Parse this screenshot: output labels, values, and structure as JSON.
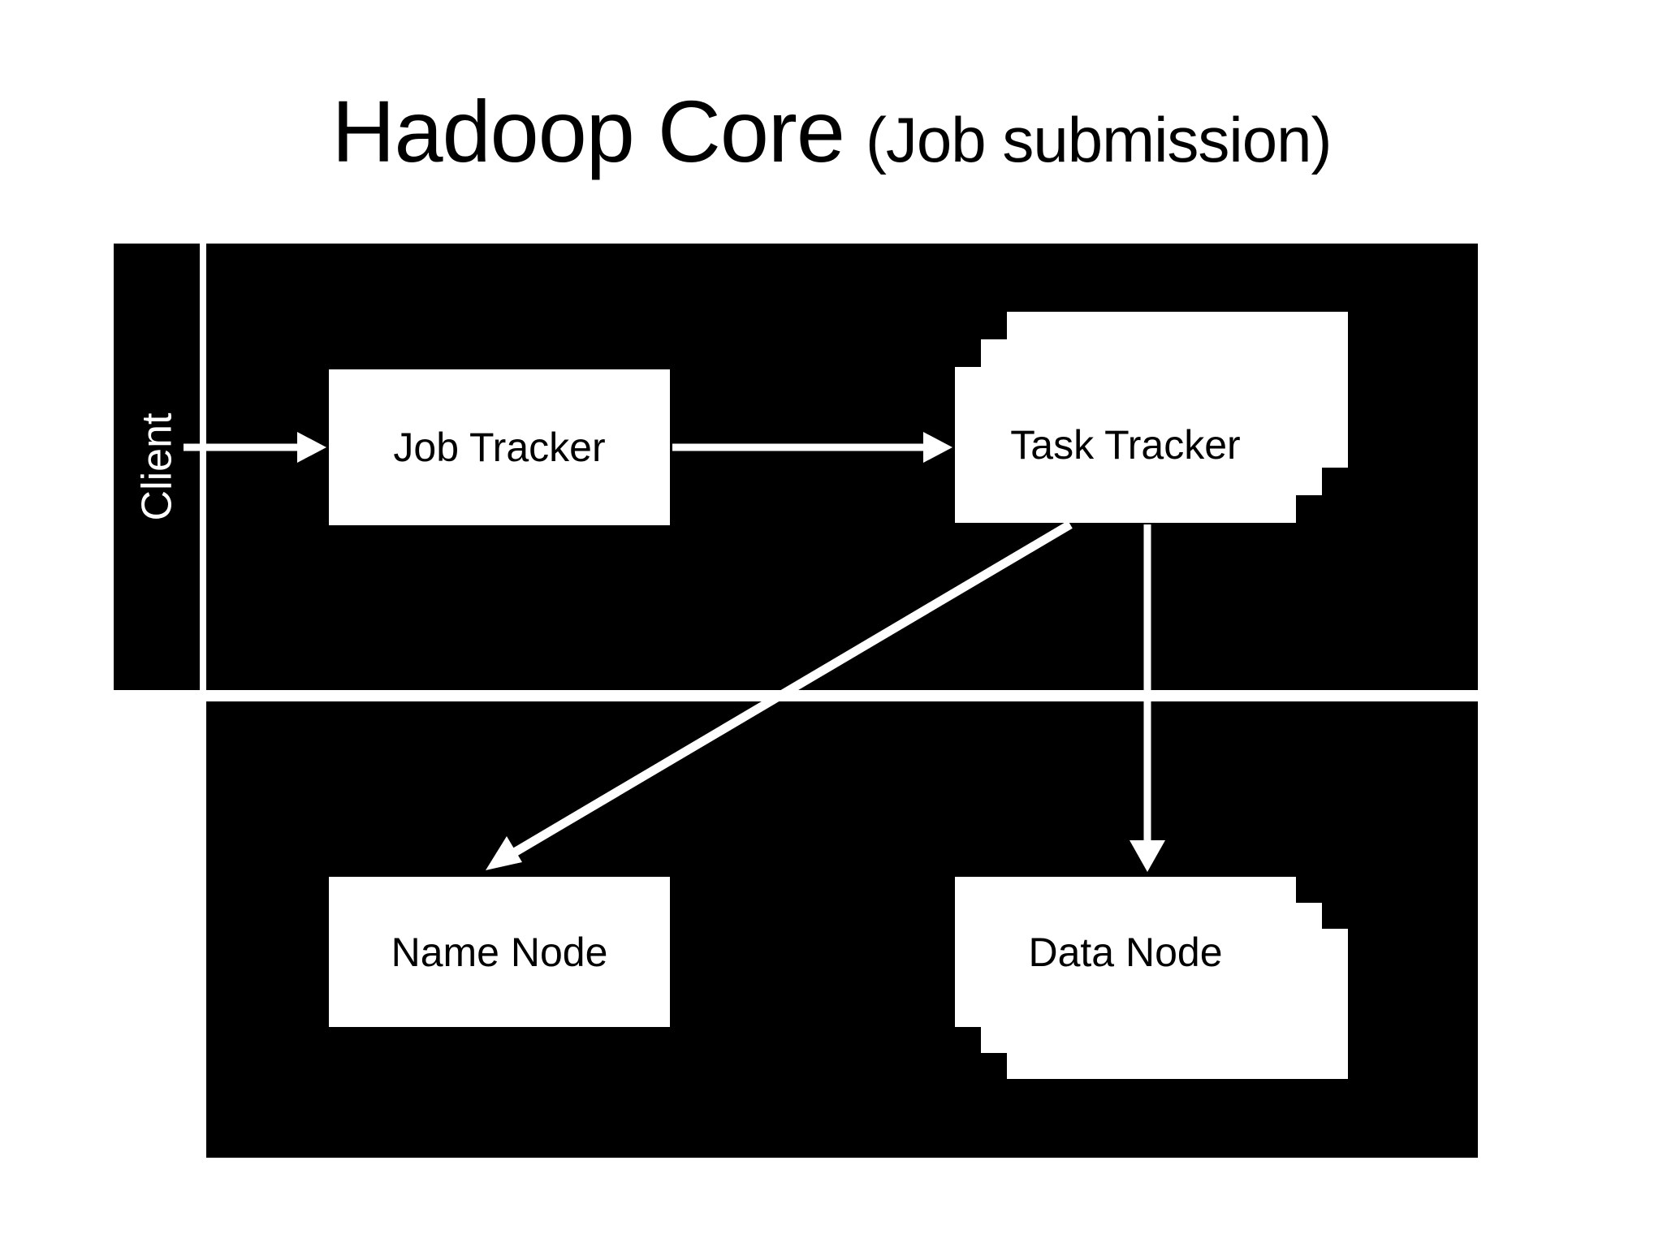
{
  "slide": {
    "background_color": "#ffffff",
    "panel_color": "#000000",
    "card_color": "#ffffff",
    "card_text_color": "#000000",
    "accent_text_color": "#ffffff"
  },
  "title": {
    "main": "Hadoop Core",
    "sub": "(Job submission)"
  },
  "client": {
    "label": "Client"
  },
  "layers": {
    "mapreduce_label": "",
    "hdfs_label": ""
  },
  "nodes": {
    "job_tracker": "Job Tracker",
    "task_tracker": "Task Tracker",
    "name_node": "Name Node",
    "data_node": "Data Node"
  },
  "connections": [
    {
      "from": "Client",
      "to": "Job Tracker",
      "style": "horizontal-arrow"
    },
    {
      "from": "Job Tracker",
      "to": "Task Tracker",
      "style": "horizontal-arrow"
    },
    {
      "from": "Task Tracker",
      "to": "Name Node",
      "style": "diagonal-arrow"
    },
    {
      "from": "Task Tracker",
      "to": "Data Node",
      "style": "vertical-arrow"
    }
  ]
}
